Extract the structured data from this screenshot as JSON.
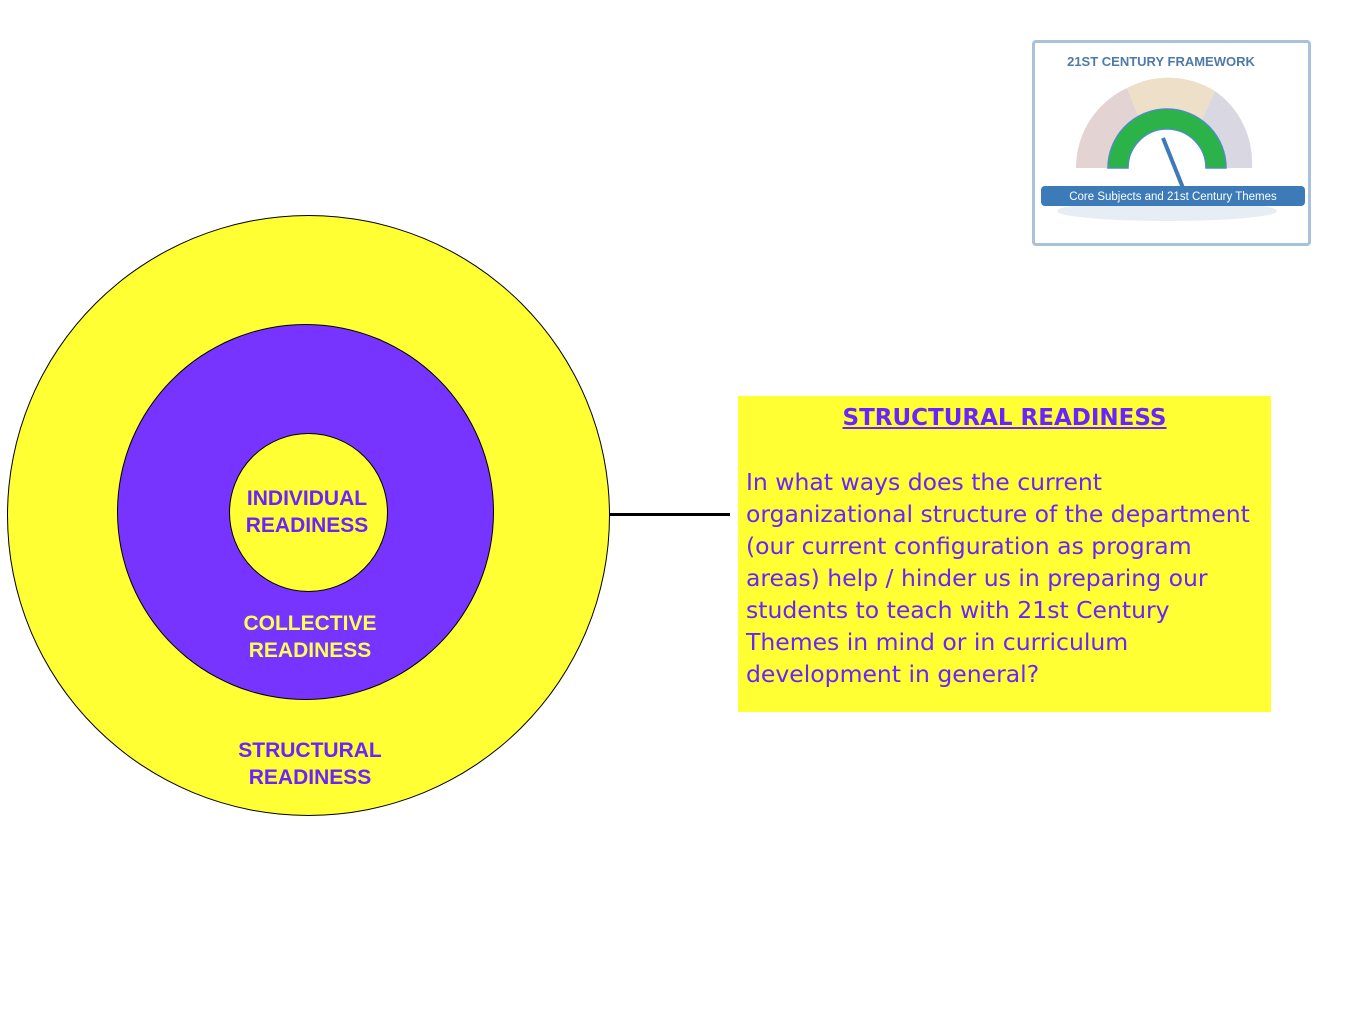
{
  "diagram": {
    "rings": {
      "individual": "INDIVIDUAL\nREADINESS",
      "collective": "COLLECTIVE\nREADINESS",
      "structural": "STRUCTURAL\nREADINESS"
    },
    "colors": {
      "yellow": "#ffff33",
      "purple": "#7733ff"
    }
  },
  "info_box": {
    "title": "STRUCTURAL READINESS",
    "body": "In what ways does the current organizational structure of the department (our current configuration as program areas) help / hinder us in preparing our students to teach with 21st Century Themes in mind or in curriculum development in general?"
  },
  "logo": {
    "title": "21ST CENTURY FRAMEWORK",
    "banner": "Core Subjects and 21st Century Themes",
    "accent": "#2bb34a",
    "banner_color": "#3d7ab8"
  }
}
